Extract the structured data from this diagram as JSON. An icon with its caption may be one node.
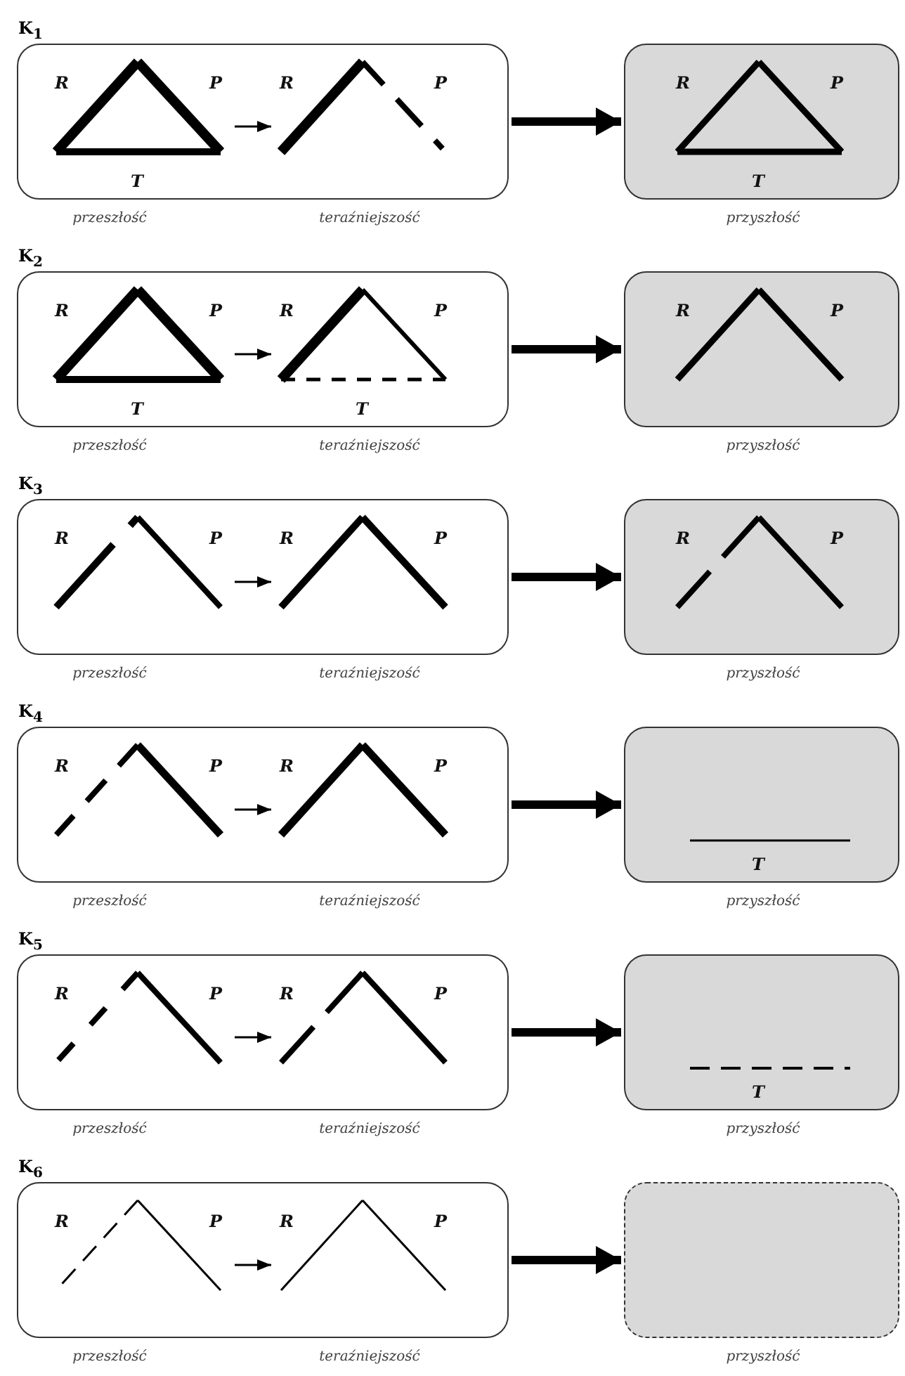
{
  "diagram": {
    "nodes": [
      {
        "text": [
          "K$_{1}$"
        ]
      },
      {
        "text": [
          "R",
          "P",
          "T"
        ],
        "in": 0
      },
      {
        "text": [
          "R",
          "P"
        ],
        "in": 0
      },
      {
        "text": [
          "R",
          "P",
          "T"
        ]
      },
      {
        "text": [
          "K$_{2}$"
        ]
      },
      {
        "text": [
          "R",
          "P",
          "T"
        ],
        "in": 4
      },
      {
        "text": [
          "R",
          "P",
          "T"
        ],
        "in": 4
      },
      {
        "text": [
          "R",
          "P"
        ]
      },
      {
        "text": [
          "K$_{3}$"
        ]
      },
      {
        "text": [
          "R",
          "P"
        ],
        "in": 8
      },
      {
        "text": [
          "R",
          "P"
        ],
        "in": 8
      },
      {
        "text": [
          "R",
          "P"
        ]
      },
      {
        "text": [
          "K$_{4}$"
        ]
      },
      {
        "text": [
          "R",
          "P"
        ],
        "in": 12
      },
      {
        "text": [
          "R",
          "P"
        ],
        "in": 12
      },
      {
        "text": [
          "T"
        ]
      },
      {
        "text": [
          "K$_{5}$"
        ]
      },
      {
        "text": [
          "R",
          "P"
        ],
        "in": 16
      },
      {
        "text": [
          "R",
          "P"
        ],
        "in": 16
      },
      {
        "text": [
          "T"
        ]
      },
      {
        "text": [
          "K$_{6}$"
        ]
      },
      {
        "text": [
          "R",
          "P"
        ],
        "in": 20
      },
      {
        "text": [
          "R",
          "P"
        ],
        "in": 20
      },
      {
        "text": [],
        "shape": "box"
      }
    ],
    "labels": [
      "przeszłość",
      "teraźniejszość",
      "przyszłość",
      "przeszłość",
      "teraźniejszość",
      "przyszłość",
      "przeszłość",
      "teraźniejszość",
      "przyszłość",
      "przeszłość",
      "teraźniejszość",
      "przyszłość",
      "przeszłość",
      "teraźniejszość",
      "przyszłość",
      "przeszłość",
      "teraźniejszość",
      "przyszłość"
    ],
    "edges": [
      {
        "from": 1,
        "to": 2,
        "arrow": "to"
      },
      {
        "from": 0,
        "to": 3,
        "arrow": "to",
        "style": "thick"
      },
      {
        "from": 5,
        "to": 6,
        "arrow": "to"
      },
      {
        "from": 4,
        "to": 7,
        "arrow": "to",
        "style": "thick"
      },
      {
        "from": 9,
        "to": 10,
        "arrow": "to"
      },
      {
        "from": 8,
        "to": 11,
        "arrow": "to",
        "style": "thick"
      },
      {
        "from": 13,
        "to": 14,
        "arrow": "to"
      },
      {
        "from": 12,
        "to": 15,
        "arrow": "to",
        "style": "thick"
      },
      {
        "from": 17,
        "to": 18,
        "arrow": "to"
      },
      {
        "from": 16,
        "to": 19,
        "arrow": "to",
        "style": "thick"
      },
      {
        "from": 21,
        "to": 22,
        "arrow": "to"
      },
      {
        "from": 20,
        "to": 23,
        "arrow": "to",
        "style": "thick"
      }
    ]
  }
}
